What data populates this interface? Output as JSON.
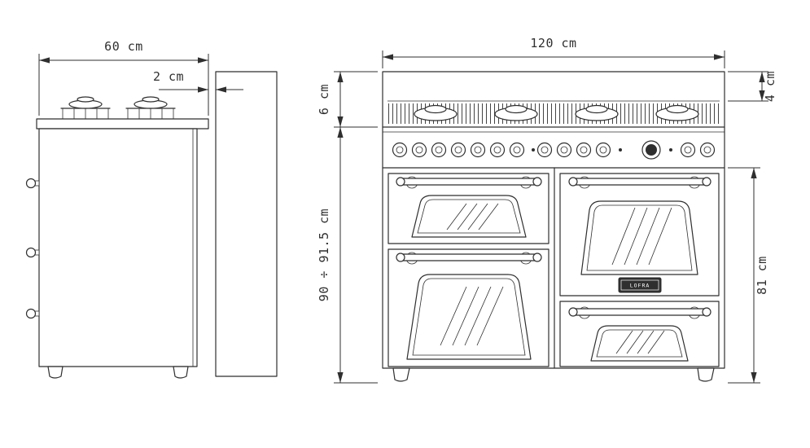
{
  "dimensions": {
    "side_depth": "60 cm",
    "wall_gap": "2 cm",
    "front_width": "120 cm",
    "splashback_height": "6 cm",
    "top_rim_height": "4 cm",
    "overall_height": "90 ÷ 91.5 cm",
    "oven_section_height": "81 cm"
  },
  "brand": "LOFRA",
  "colors": {
    "line": "#2f2f2f",
    "hatch": "#4a4a4a",
    "background": "#ffffff"
  }
}
